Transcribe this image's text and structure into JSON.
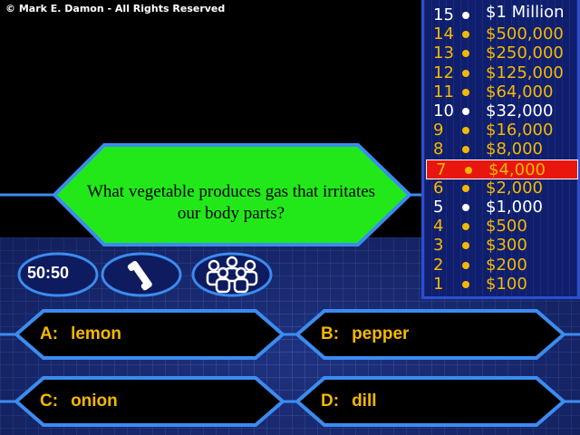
{
  "copyright": "© Mark E. Damon - All Rights Reserved",
  "question": "What vegetable produces gas that irritates our body parts?",
  "question_lines": [
    "What vegetable produces gas that irritates",
    "our body parts?"
  ],
  "lifelines": {
    "fifty_fifty": "50:50",
    "phone_icon": "phone-icon",
    "audience_icon": "audience-icon"
  },
  "answers": [
    {
      "letter": "A:",
      "text": "lemon"
    },
    {
      "letter": "B:",
      "text": "pepper"
    },
    {
      "letter": "C:",
      "text": "onion"
    },
    {
      "letter": "D:",
      "text": "dill"
    }
  ],
  "ladder": [
    {
      "num": "15",
      "amount": "$1 Million",
      "milestone": true
    },
    {
      "num": "14",
      "amount": "$500,000",
      "milestone": false
    },
    {
      "num": "13",
      "amount": "$250,000",
      "milestone": false
    },
    {
      "num": "12",
      "amount": "$125,000",
      "milestone": false
    },
    {
      "num": "11",
      "amount": "$64,000",
      "milestone": false
    },
    {
      "num": "10",
      "amount": "$32,000",
      "milestone": true
    },
    {
      "num": "9",
      "amount": "$16,000",
      "milestone": false
    },
    {
      "num": "8",
      "amount": "$8,000",
      "milestone": false
    },
    {
      "num": "7",
      "amount": "$4,000",
      "milestone": false,
      "current": true
    },
    {
      "num": "6",
      "amount": "$2,000",
      "milestone": false
    },
    {
      "num": "5",
      "amount": "$1,000",
      "milestone": true
    },
    {
      "num": "4",
      "amount": "$500",
      "milestone": false
    },
    {
      "num": "3",
      "amount": "$300",
      "milestone": false
    },
    {
      "num": "2",
      "amount": "$200",
      "milestone": false
    },
    {
      "num": "1",
      "amount": "$100",
      "milestone": false
    }
  ],
  "colors": {
    "question_fill": "#22e81a",
    "ladder_gold": "#f5b800",
    "milestone_white": "#ffffff",
    "current_red": "#e8160f",
    "hex_border": "#3a8cf0"
  }
}
